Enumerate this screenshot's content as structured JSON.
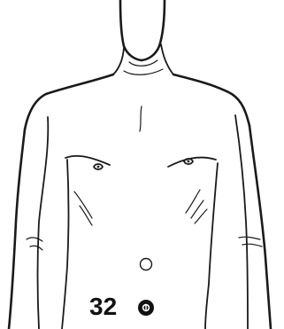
{
  "figure": {
    "point_number": "32",
    "colors": {
      "ink": "#1a1a1a",
      "background": "#ffffff",
      "marker_fill": "#111111"
    },
    "markers": [
      {
        "name": "navel-marker",
        "style": "hollow-circle"
      },
      {
        "name": "acupoint-marker",
        "style": "filled-circle-with-inner-mark"
      }
    ]
  }
}
